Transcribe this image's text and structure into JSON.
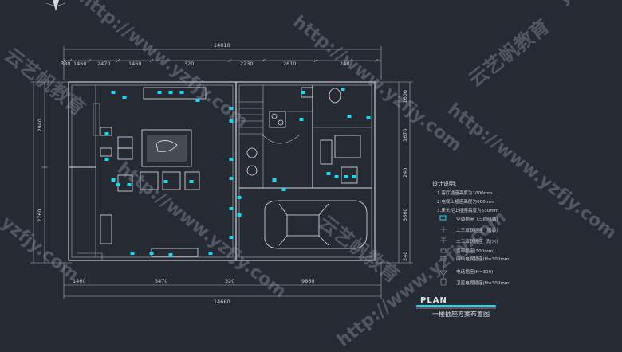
{
  "dimensions": {
    "top_total": "14010",
    "top_segments": [
      "380",
      "1460",
      "2470",
      "1460",
      "320",
      "2230",
      "2610",
      "240"
    ],
    "bottom_segments": [
      "1460",
      "5470",
      "320",
      "9860"
    ],
    "bottom_total": "14660",
    "left_segments": [
      "2940",
      "2760"
    ],
    "right_segments": [
      "1600",
      "1670",
      "240",
      "3660",
      "240"
    ]
  },
  "legend": {
    "title": "设计说明:",
    "notes": [
      "1.客厅插座高度为1000mm",
      "2.电视上插座高度为600mm",
      "3.床头柜上插座高度为550mm"
    ],
    "items": [
      "空调插座（三线暗装）",
      "二三双联插座（暗装）",
      "二三双联插座（防水）",
      "宽带插座(300mm)",
      "网络电视插座(H=300mm)",
      "电话插座(H=300)",
      "卫星电视插座(H=300mm)"
    ]
  },
  "title_block": {
    "label": "PLAN",
    "subtitle": "一楼插座方案布置图"
  },
  "watermarks": {
    "url": "http://www.yzfjy.com",
    "url_short": "yzfjy.com",
    "brand": "云艺帆教育"
  },
  "colors": {
    "background": "#262b33",
    "linework": "#d6d9de",
    "socket_symbols": "#17d7f2"
  }
}
